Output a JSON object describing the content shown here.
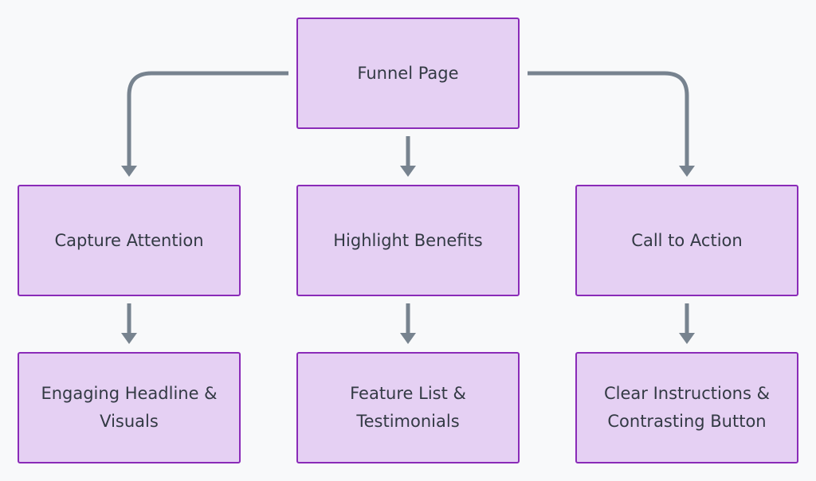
{
  "diagram": {
    "colors": {
      "node_fill": "#e5d0f3",
      "node_border": "#8a2bb8",
      "edge": "#77838f",
      "text": "#333a44",
      "background": "#f8f9fa"
    },
    "nodes": {
      "root": "Funnel Page",
      "capture_attention": "Capture Attention",
      "highlight_benefits": "Highlight Benefits",
      "call_to_action": "Call to Action",
      "engaging_headline": "Engaging Headline & Visuals",
      "feature_list": "Feature List & Testimonials",
      "clear_instructions": "Clear Instructions & Contrasting Button"
    },
    "edges": [
      {
        "from": "Funnel Page",
        "to": "Capture Attention"
      },
      {
        "from": "Funnel Page",
        "to": "Highlight Benefits"
      },
      {
        "from": "Funnel Page",
        "to": "Call to Action"
      },
      {
        "from": "Capture Attention",
        "to": "Engaging Headline & Visuals"
      },
      {
        "from": "Highlight Benefits",
        "to": "Feature List & Testimonials"
      },
      {
        "from": "Call to Action",
        "to": "Clear Instructions & Contrasting Button"
      }
    ]
  }
}
